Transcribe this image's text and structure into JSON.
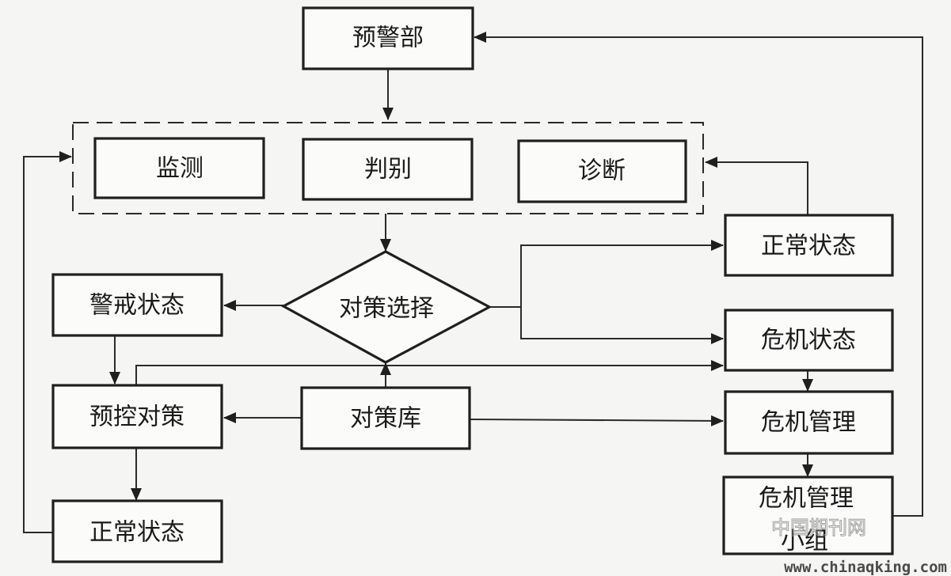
{
  "nodes": {
    "warning_dept": "预警部",
    "monitor": "监测",
    "judge": "判别",
    "diagnose": "诊断",
    "normal_state_right": "正常状态",
    "strategy_select": "对策选择",
    "alert_state": "警戒状态",
    "crisis_state": "危机状态",
    "precontrol_strategy": "预控对策",
    "strategy_library": "对策库",
    "crisis_management": "危机管理",
    "crisis_team": {
      "line1": "危机管理",
      "line2": "小组"
    },
    "normal_state_left": "正常状态"
  },
  "watermark": {
    "cn": "中国期刊网",
    "url": "www.chinaqking.com"
  },
  "colors": {
    "background": "#f5f5f3",
    "stroke": "#1f1f1f"
  }
}
